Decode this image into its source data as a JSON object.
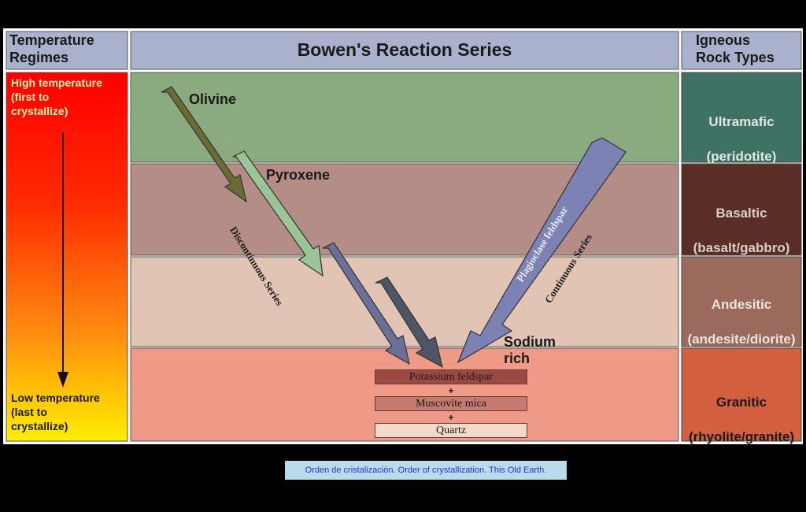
{
  "headers": {
    "temperature": "Temperature\nRegimes",
    "title": "Bowen's Reaction Series",
    "rock_types": "Igneous\nRock Types"
  },
  "regimes": {
    "high": "High temperature\n(first to\ncrystallize)",
    "low": "Low temperature\n(last to\ncrystallize)"
  },
  "rock_types": [
    {
      "name": "Ultramafic",
      "example": "(peridotite)"
    },
    {
      "name": "Basaltic",
      "example": "(basalt/gabbro)"
    },
    {
      "name": "Andesitic",
      "example": "(andesite/diorite)"
    },
    {
      "name": "Granitic",
      "example": "(rhyolite/granite)"
    }
  ],
  "minerals": {
    "olivine": "Olivine",
    "pyroxene": "Pyroxene",
    "plagioclase": "Plagioclase feldspar",
    "sodium_rich": "Sodium\nrich",
    "potassium_feldspar": "Potassium feldspar",
    "muscovite": "Muscovite mica",
    "quartz": "Quartz",
    "plus": "+"
  },
  "series": {
    "discontinuous": "Discontinuous Series",
    "continuous": "Continuous Series"
  },
  "caption": "Orden de cristalización. Order of crystallization. This Old Earth.",
  "colors": {
    "band_ultramafic": "#8aaa80",
    "band_basaltic": "#b48e86",
    "band_andesitic": "#e1c4b4",
    "band_granitic": "#ee9a86",
    "rock_ultramafic": "#3f7264",
    "rock_basaltic": "#5a2e26",
    "rock_andesitic": "#9a6a5c",
    "rock_granitic": "#d2603e",
    "olivine_arrow": "#6b6b36",
    "pyroxene_arrow": "#9ac596",
    "plagioclase_arrow": "#7c82b3",
    "amphibole_arrow": "#6b7098",
    "biotite_arrow": "#4e5565"
  }
}
